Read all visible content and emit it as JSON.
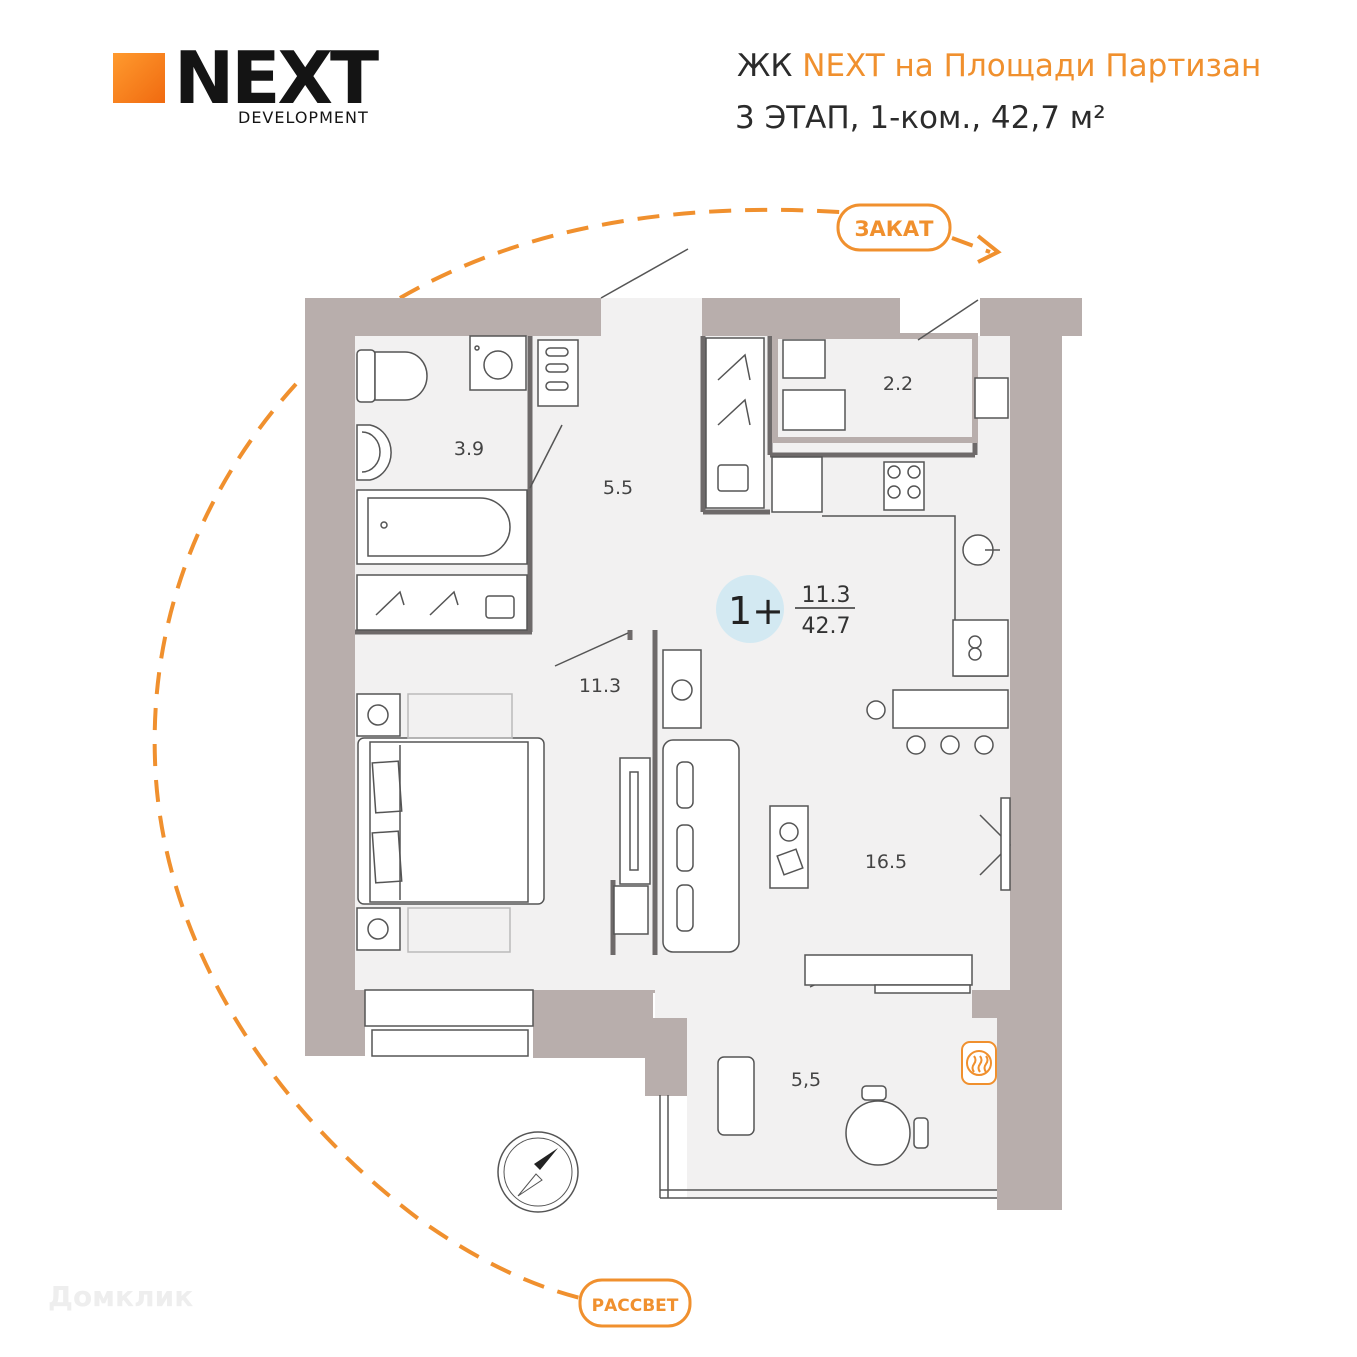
{
  "brand": {
    "logo_main": "NEXT",
    "logo_sub": "DEVELOPMENT",
    "accent_color": "#f0902e",
    "logo_gradient": [
      "#ff9a2e",
      "#f06a10"
    ]
  },
  "header": {
    "title_prefix": "ЖК ",
    "title_accent": "NEXT на Площади Партизан",
    "subtitle": "3 ЭТАП, 1-ком., 42,7 м²"
  },
  "sun": {
    "sunset_label": "ЗАКАТ",
    "sunrise_label": "РАССВЕТ"
  },
  "apartment": {
    "type_badge": "1+",
    "living_area": "11.3",
    "total_area": "42.7"
  },
  "rooms": {
    "bathroom": "3.9",
    "hallway": "5.5",
    "storage": "2.2",
    "bedroom": "11.3",
    "living_kitchen": "16.5",
    "balcony": "5,5"
  },
  "watermark": "Домклик",
  "colors": {
    "wall": "#b8aeac",
    "floor": "#f2f1f1",
    "line": "#5a5a5a",
    "badge": "#d3e9f2"
  },
  "icons": [
    "compass-icon",
    "heater-icon",
    "washing-machine-icon",
    "stove-icon",
    "sink-icon"
  ]
}
